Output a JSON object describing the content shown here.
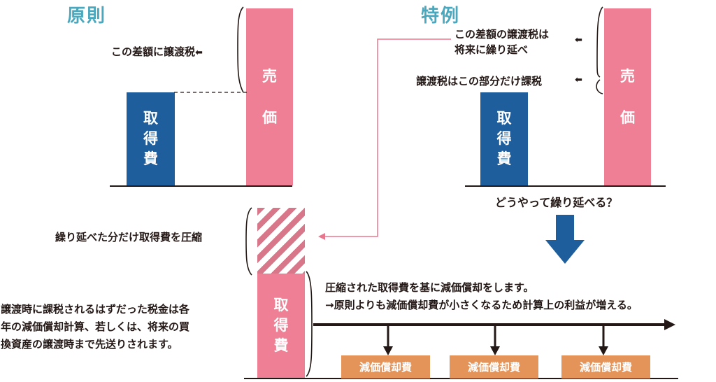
{
  "colors": {
    "heading": "#49a8bd",
    "acquisition_bar": "#1f5e9c",
    "price_bar": "#ee7f94",
    "hatch": "#d9778a",
    "depreciation_box": "#e49459",
    "big_arrow": "#1f5e9c",
    "connector_arrow": "#e8778d"
  },
  "principle": {
    "title": "原則",
    "arrow_label": "この差額に譲渡税",
    "acquisition_chars": [
      "取",
      "得",
      "費"
    ],
    "price_chars": [
      "売",
      "価"
    ]
  },
  "special": {
    "title": "特例",
    "deferred_label_line1": "この差額の譲渡税は",
    "deferred_label_line2": "将来に繰り延べ",
    "taxed_label": "譲渡税はこの部分だけ課税",
    "acquisition_chars": [
      "取",
      "得",
      "費"
    ],
    "price_chars": [
      "売",
      "価"
    ],
    "question": "どうやって繰り延べる？"
  },
  "lower": {
    "compress_label": "繰り延べた分だけ取得費を圧縮",
    "acquisition_chars": [
      "取",
      "得",
      "費"
    ],
    "explanation_line1": "圧縮された取得費を基に減価償却をします。",
    "explanation_line2": "→原則よりも減価償却費が小さくなるため計算上の利益が増える。",
    "note_line1": "譲渡時に課税されるはずだった税金は各",
    "note_line2": "年の減価償却計算、若しくは、将来の買",
    "note_line3": "換資産の譲渡時まで先送りされます。",
    "depreciation_boxes": [
      "減価償却費",
      "減価償却費",
      "減価償却費"
    ]
  }
}
